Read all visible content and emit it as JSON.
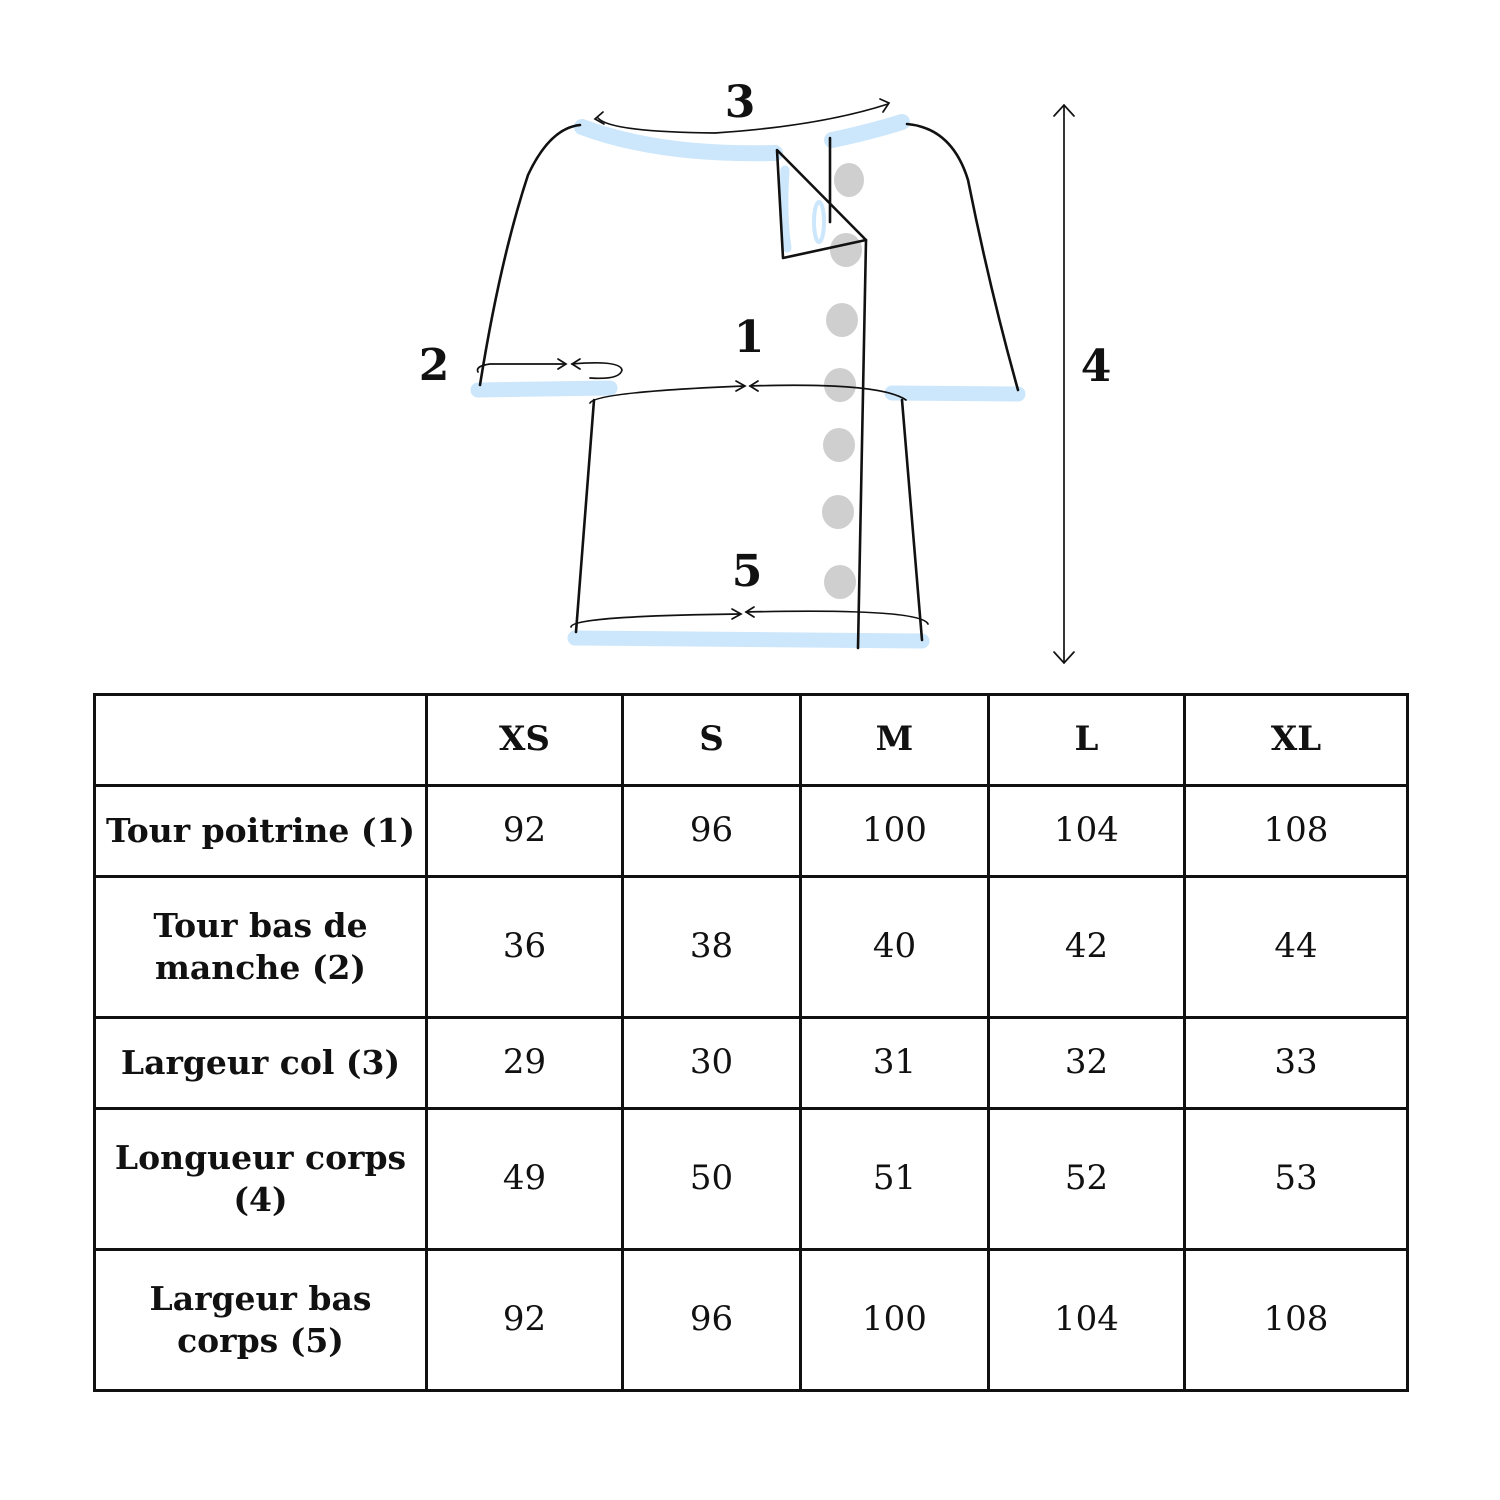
{
  "callouts": {
    "chest": "1",
    "sleeve": "2",
    "neck": "3",
    "length": "4",
    "hem": "5"
  },
  "colors": {
    "trim": "#cce6fb",
    "button": "#cfcfcf",
    "line": "#111111"
  },
  "table": {
    "corner": "",
    "sizes": [
      "XS",
      "S",
      "M",
      "L",
      "XL"
    ],
    "rows": [
      {
        "label": "Tour poitrine (1)",
        "values": [
          "92",
          "96",
          "100",
          "104",
          "108"
        ]
      },
      {
        "label": "Tour bas de manche (2)",
        "values": [
          "36",
          "38",
          "40",
          "42",
          "44"
        ]
      },
      {
        "label": "Largeur col (3)",
        "values": [
          "29",
          "30",
          "31",
          "32",
          "33"
        ]
      },
      {
        "label": "Longueur corps (4)",
        "values": [
          "49",
          "50",
          "51",
          "52",
          "53"
        ]
      },
      {
        "label": "Largeur bas corps (5)",
        "values": [
          "92",
          "96",
          "100",
          "104",
          "108"
        ]
      }
    ]
  }
}
